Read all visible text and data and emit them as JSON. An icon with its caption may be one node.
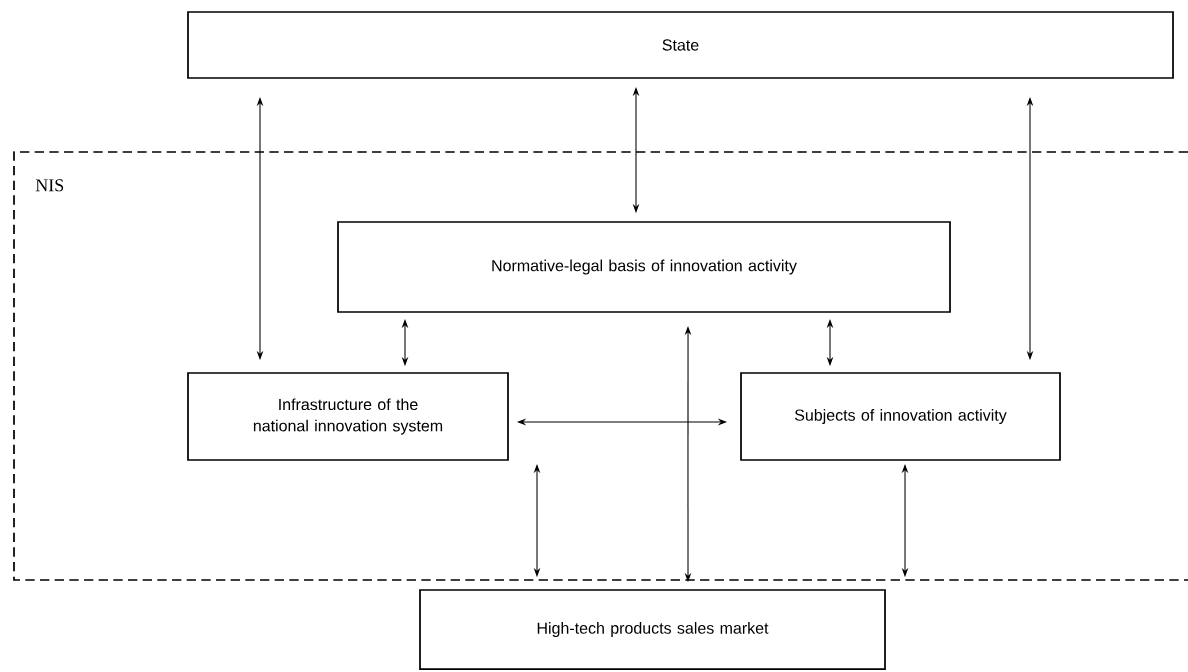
{
  "diagram": {
    "nodes": [
      {
        "text": [
          "State"
        ]
      },
      {
        "text": [
          "NIS"
        ]
      },
      {
        "text": [
          "Normative-legal basis of innovation activity"
        ],
        "in": 1
      },
      {
        "text": [
          "Infrastructure of the national innovation system"
        ],
        "in": 1
      },
      {
        "text": [
          "Subjects of innovation activity"
        ],
        "in": 1
      },
      {
        "text": [
          "High-tech products sales market"
        ]
      }
    ],
    "edges": [
      {
        "from": 0,
        "to": 3,
        "arrow": "both"
      },
      {
        "from": 0,
        "to": 2,
        "arrow": "both"
      },
      {
        "from": 0,
        "to": 4,
        "arrow": "both"
      },
      {
        "from": 2,
        "to": 3,
        "arrow": "both"
      },
      {
        "from": 2,
        "to": 4,
        "arrow": "both"
      },
      {
        "from": 3,
        "to": 4,
        "arrow": "both"
      },
      {
        "from": 2,
        "to": 5,
        "arrow": "both"
      },
      {
        "from": 3,
        "to": 5,
        "arrow": "both"
      },
      {
        "from": 4,
        "to": 5,
        "arrow": "both"
      }
    ]
  }
}
